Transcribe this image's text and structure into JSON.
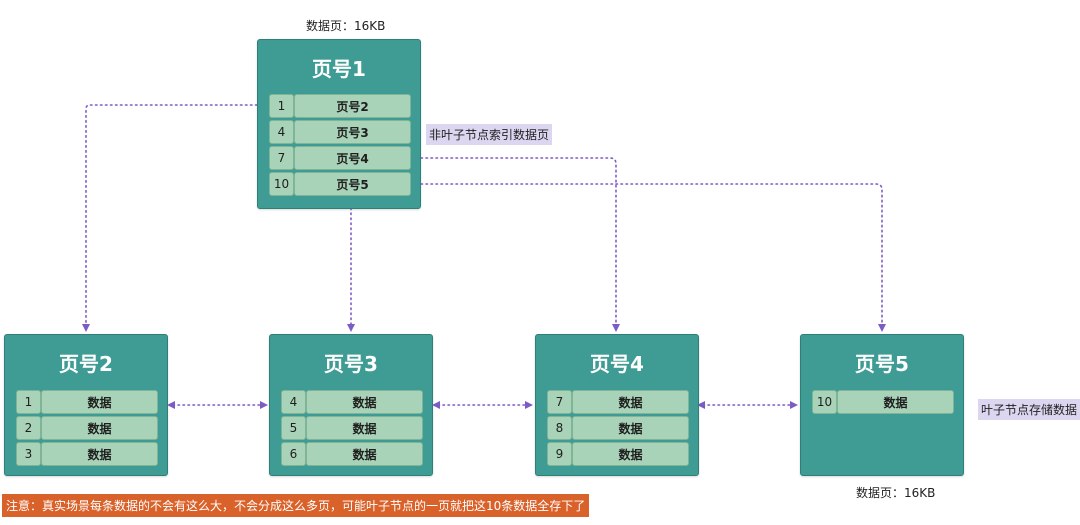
{
  "root": {
    "caption": "数据页：16KB",
    "title": "页号1",
    "rows": [
      {
        "key": "1",
        "value": "页号2"
      },
      {
        "key": "4",
        "value": "页号3"
      },
      {
        "key": "7",
        "value": "页号4"
      },
      {
        "key": "10",
        "value": "页号5"
      }
    ],
    "label": "非叶子节点索引数据页"
  },
  "leaves": [
    {
      "title": "页号2",
      "rows": [
        {
          "key": "1",
          "value": "数据"
        },
        {
          "key": "2",
          "value": "数据"
        },
        {
          "key": "3",
          "value": "数据"
        }
      ]
    },
    {
      "title": "页号3",
      "rows": [
        {
          "key": "4",
          "value": "数据"
        },
        {
          "key": "5",
          "value": "数据"
        },
        {
          "key": "6",
          "value": "数据"
        }
      ]
    },
    {
      "title": "页号4",
      "rows": [
        {
          "key": "7",
          "value": "数据"
        },
        {
          "key": "8",
          "value": "数据"
        },
        {
          "key": "9",
          "value": "数据"
        }
      ]
    },
    {
      "title": "页号5",
      "rows": [
        {
          "key": "10",
          "value": "数据"
        }
      ]
    }
  ],
  "leaf_label": "叶子节点存储数据",
  "leaf_caption": "数据页：16KB",
  "note": "注意：真实场景每条数据的不会有这么大，不会分成这么多页，可能叶子节点的一页就把这10条数据全存下了",
  "colors": {
    "page": "#3e9c94",
    "cell": "#a9d3b8",
    "arrow": "#7c5cc4",
    "tag": "#dcd6f0",
    "note": "#d9622b"
  }
}
